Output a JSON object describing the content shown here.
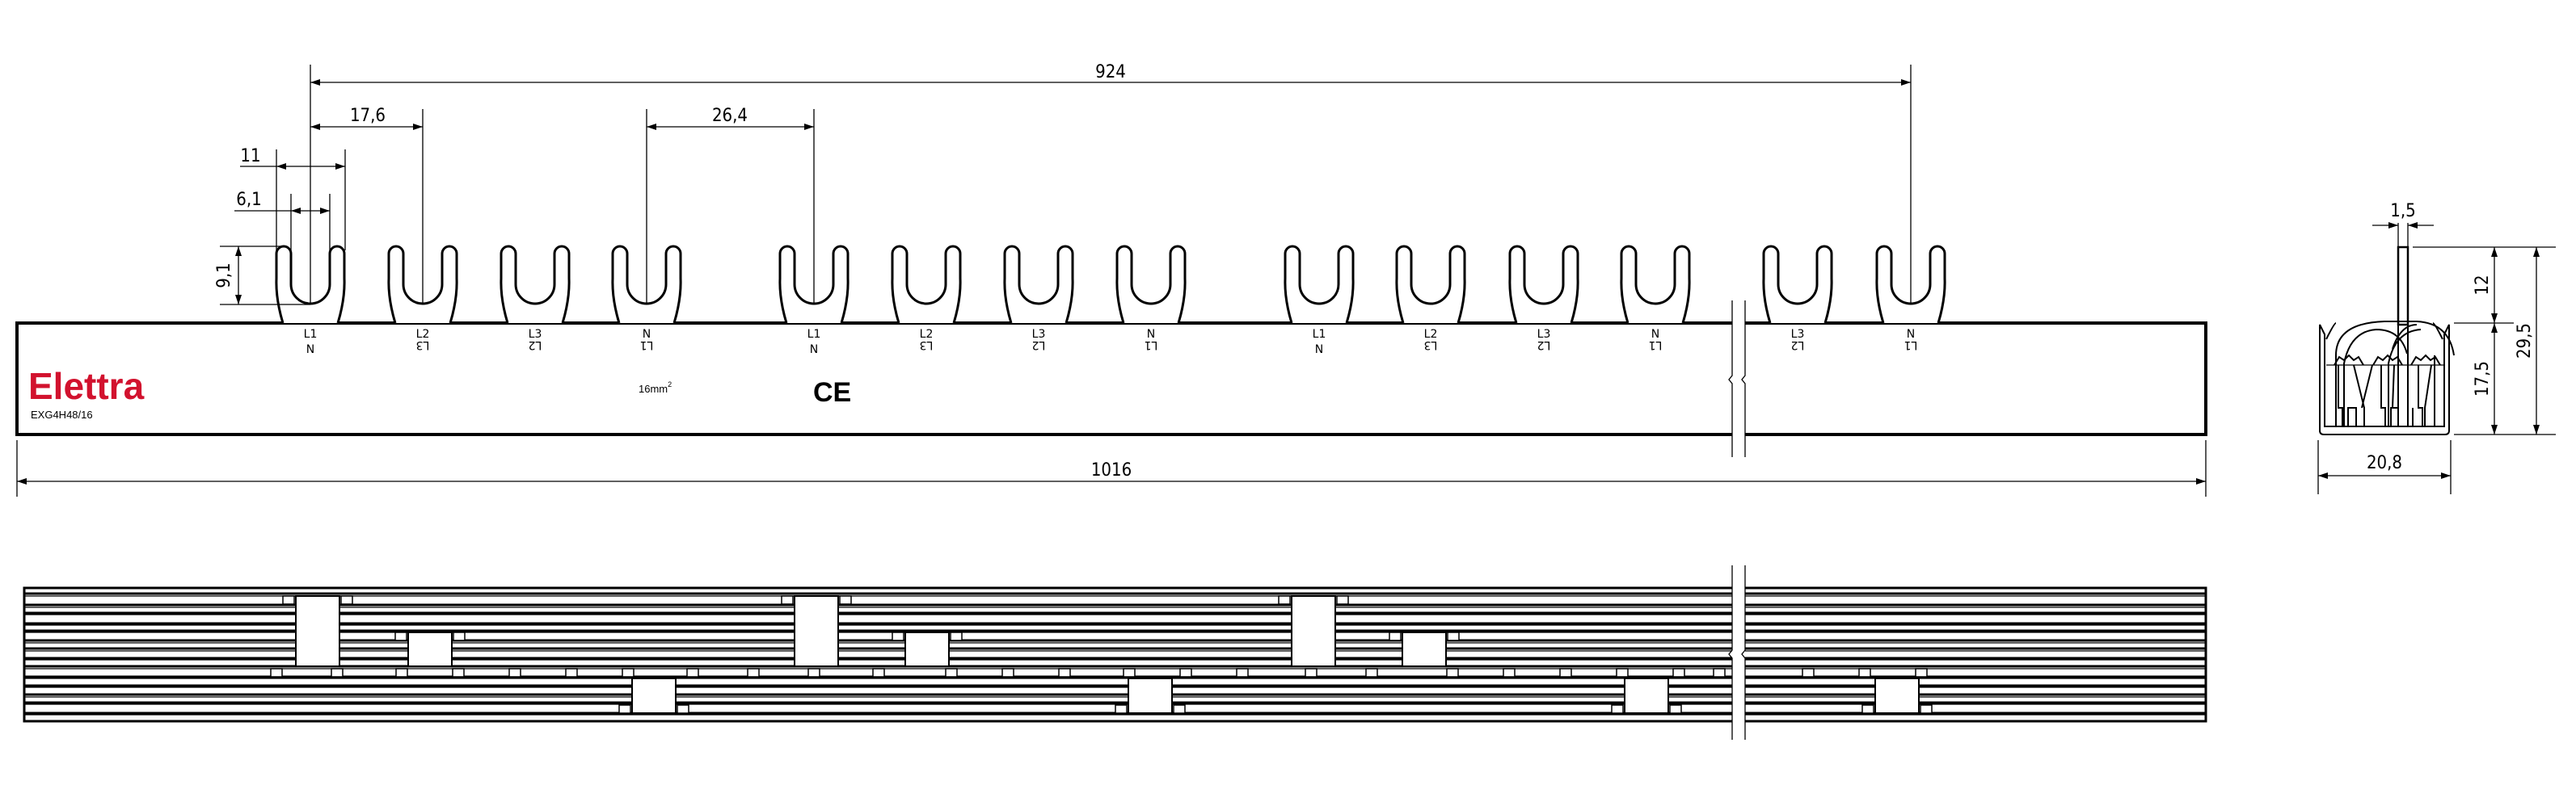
{
  "brand": {
    "name": "Elettra",
    "color": "#d2122e"
  },
  "product_code": "EXG4H48/16",
  "cross_section": "16mm",
  "cross_section_sup": "2",
  "certification": "CE",
  "fork_labels": [
    {
      "top": "L1",
      "bottom": "N"
    },
    {
      "top": "L2",
      "bottom": "L3"
    },
    {
      "top": "L3",
      "bottom": "L2"
    },
    {
      "top": "N",
      "bottom": "L1"
    },
    {
      "top": "L1",
      "bottom": "N"
    },
    {
      "top": "L2",
      "bottom": "L3"
    },
    {
      "top": "L3",
      "bottom": "L2"
    },
    {
      "top": "N",
      "bottom": "L1"
    },
    {
      "top": "L1",
      "bottom": "N"
    },
    {
      "top": "L2",
      "bottom": "L3"
    },
    {
      "top": "L3",
      "bottom": "L2"
    },
    {
      "top": "N",
      "bottom": "L1"
    },
    {
      "top": "L3",
      "bottom": "L2"
    },
    {
      "top": "N",
      "bottom": "L1"
    }
  ],
  "dimensions": {
    "pitch_total": "924",
    "pitch_phase": "17,6",
    "pitch_group": "26,4",
    "fork_outer": "11",
    "fork_inner": "6,1",
    "fork_depth": "9,1",
    "length": "1016",
    "blade_thickness": "1,5",
    "fork_height": "12",
    "body_height": "17,5",
    "total_height": "29,5",
    "body_width": "20,8"
  }
}
